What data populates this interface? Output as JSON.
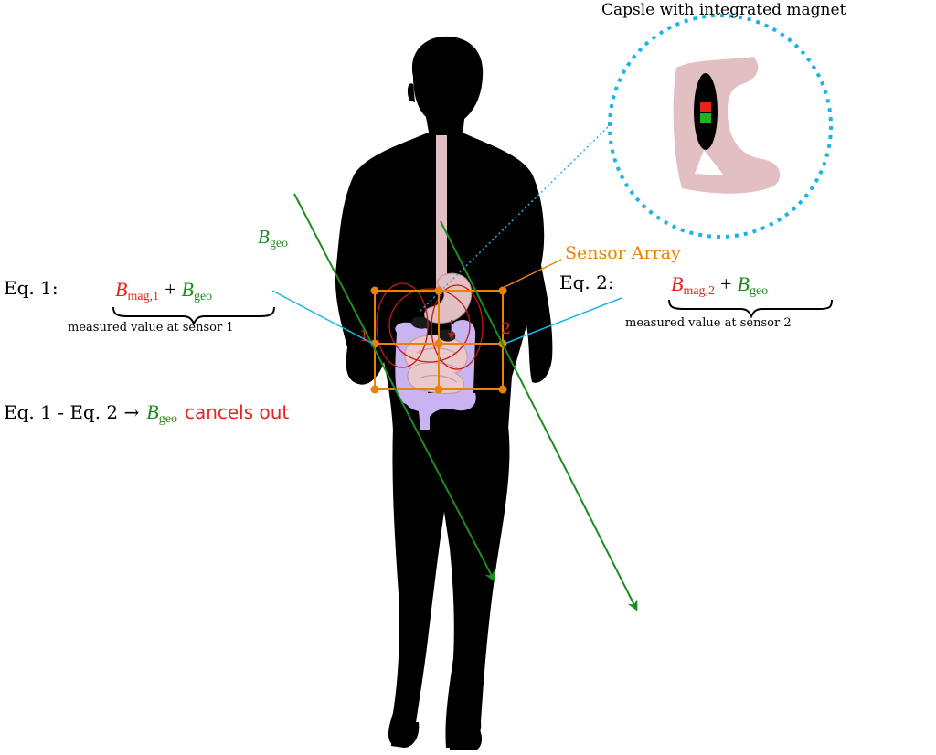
{
  "title": "Capsle with integrated magnet",
  "b_symbol": "B",
  "geo_sub": "geo",
  "mag1_sub": "mag,1",
  "mag2_sub": "mag,2",
  "plus": "+",
  "sensor_array_label": "Sensor Array",
  "eq1": {
    "label": "Eq. 1:",
    "caption": "measured value at sensor 1"
  },
  "eq2": {
    "label": "Eq. 2:",
    "caption": "measured value at sensor 2"
  },
  "difference": {
    "prefix": "Eq. 1 - Eq. 2 →",
    "suffix": "cancels out"
  },
  "sensor_labels": [
    "1",
    "2"
  ],
  "colors": {
    "silhouette": "#000000",
    "geo": "#1e8c1e",
    "mag": "#e8231c",
    "sensor": "#e8820a",
    "leader": "#1ab4e6",
    "organ_pink": "#e2bfc2",
    "intestine_purple": "#c9b3f0"
  }
}
